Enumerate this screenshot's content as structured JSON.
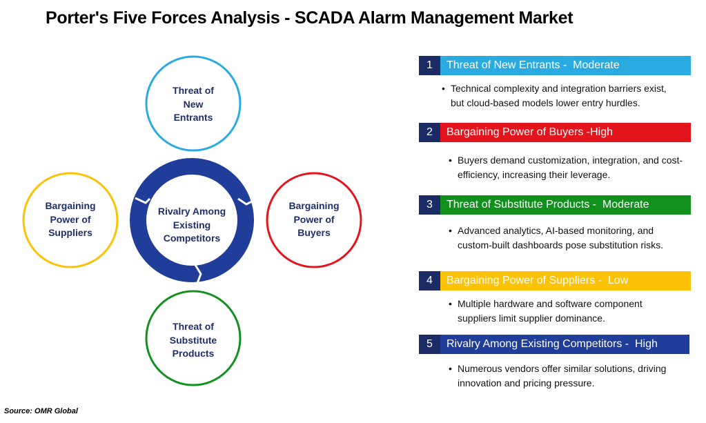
{
  "title": "Porter's Five Forces Analysis -  SCADA Alarm Management Market",
  "diagram": {
    "top": [
      "Threat of",
      "New",
      "Entrants"
    ],
    "left": [
      "Bargaining",
      "Power of",
      "Suppliers"
    ],
    "right": [
      "Bargaining",
      "Power of",
      "Buyers"
    ],
    "bottom": [
      "Threat of",
      "Substitute",
      "Products"
    ],
    "center": [
      "Rivalry Among",
      "Existing",
      "Competitors"
    ]
  },
  "colors": {
    "navy": "#1c2b66",
    "ring": "#1f3d99",
    "new_entrants": "#29abe2",
    "buyers": "#e3141b",
    "substitutes": "#12901e",
    "suppliers": "#fbc208",
    "rivalry": "#1f3d99"
  },
  "forces": [
    {
      "num": "1",
      "label": "Threat of New Entrants -  Moderate",
      "color": "#29abe2",
      "desc": [
        "Technical complexity and integration barriers exist,",
        "but cloud-based models lower entry hurdles."
      ]
    },
    {
      "num": "2",
      "label": "Bargaining Power of Buyers -High",
      "color": "#e3141b",
      "desc": [
        "Buyers demand customization, integration, and cost-",
        "efficiency, increasing their leverage."
      ]
    },
    {
      "num": "3",
      "label": "Threat of Substitute Products -  Moderate",
      "color": "#12901e",
      "desc": [
        "Advanced analytics, AI-based monitoring, and",
        "custom-built dashboards pose substitution risks."
      ]
    },
    {
      "num": "4",
      "label": "Bargaining Power of Suppliers -  Low",
      "color": "#fbc208",
      "desc": [
        "Multiple hardware and software component",
        "suppliers limit supplier dominance."
      ]
    },
    {
      "num": "5",
      "label": "Rivalry Among Existing Competitors -  High",
      "color": "#1f3d99",
      "desc": [
        "Numerous vendors offer similar solutions, driving",
        "innovation and pricing pressure."
      ]
    }
  ],
  "bullet": "•",
  "source": "Source: OMR Global"
}
